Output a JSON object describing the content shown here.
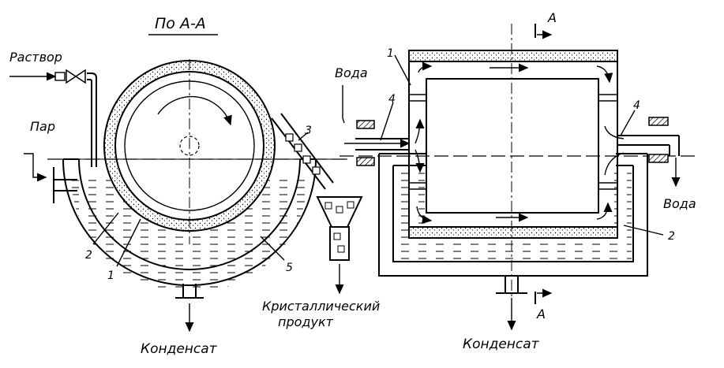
{
  "left_view": {
    "section_title": "По А-А",
    "labels": {
      "solution": "Раствор",
      "steam": "Пар",
      "condensate": "Конденсат",
      "product_line1": "Кристаллический",
      "product_line2": "продукт"
    },
    "numbers": {
      "n1": "1",
      "n2": "2",
      "n3": "3",
      "n5": "5"
    }
  },
  "right_view": {
    "labels": {
      "water_in": "Вода",
      "water_out": "Вода",
      "condensate": "Конденсат",
      "section_mark_top": "А",
      "section_mark_bottom": "А"
    },
    "numbers": {
      "n1": "1",
      "n2": "2",
      "n4_left": "4",
      "n4_right": "4"
    }
  },
  "colors": {
    "ink": "#000000",
    "paper": "#ffffff"
  }
}
